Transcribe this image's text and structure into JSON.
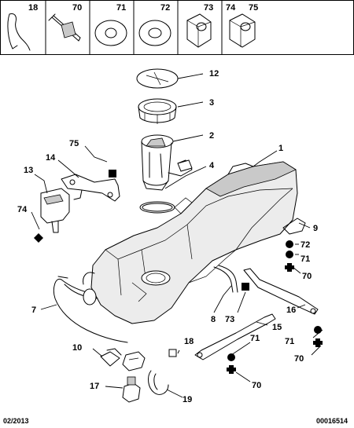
{
  "header_parts": [
    "18",
    "70",
    "71",
    "72",
    "73",
    "74",
    "75"
  ],
  "callouts": {
    "c1": "1",
    "c2": "2",
    "c3": "3",
    "c4": "4",
    "c7": "7",
    "c8": "8",
    "c9": "9",
    "c10": "10",
    "c12": "12",
    "c13": "13",
    "c14": "14",
    "c15": "15",
    "c16": "16",
    "c17": "17",
    "c18": "18",
    "c19": "19",
    "c70a": "70",
    "c70b": "70",
    "c70c": "70",
    "c71a": "71",
    "c71b": "71",
    "c71c": "71",
    "c72": "72",
    "c73": "73",
    "c74": "74",
    "c75": "75"
  },
  "footer": {
    "date": "02/2013",
    "ref": "00016514"
  }
}
